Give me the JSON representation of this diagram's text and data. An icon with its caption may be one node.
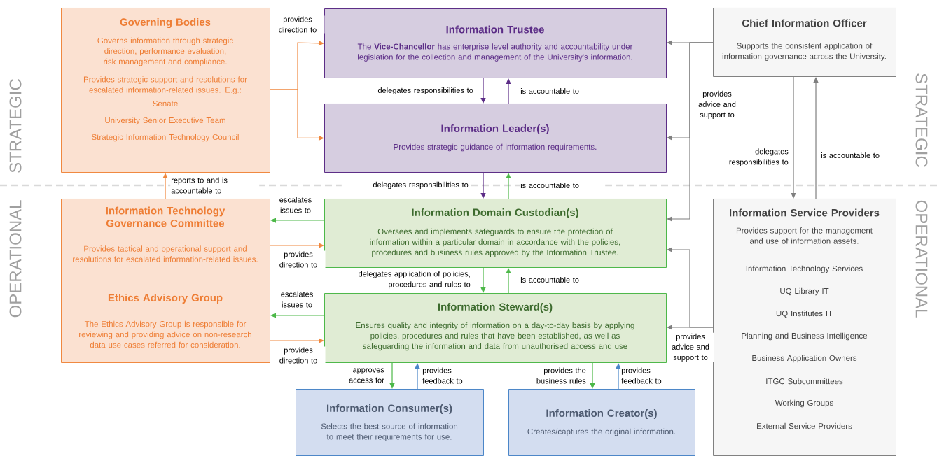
{
  "diagram": {
    "nodes": [
      {
        "text": [
          "Governing Bodies",
          "Governs information through strategic direction, performance evaluation, risk management and compliance.",
          "Provides strategic support and resolutions for escalated information-related issues. E.g.:",
          "Senate",
          "University Senior Executive Team",
          "Strategic Information Technology Council"
        ]
      },
      {
        "text": [
          "Information Trustee",
          "The **Vice-Chancellor** has enterprise level authority and accountability under legislation for the collection and management of the University's information."
        ]
      },
      {
        "text": [
          "Chief Information Officer",
          "Supports the consistent application of information governance across the University."
        ]
      },
      {
        "text": [
          "Information Leader(s)",
          "Provides strategic guidance of information requirements."
        ]
      },
      {
        "text": [
          "Information Technology Governance Committee",
          "Provides tactical and operational support and resolutions for escalated information-related issues.",
          "Ethics Advisory Group",
          "The Ethics Advisory Group is responsible for reviewing and providing advice on non-research data use cases referred for consideration."
        ]
      },
      {
        "text": [
          "Information Domain Custodian(s)",
          "Oversees and implements safeguards to ensure the protection of information within a particular domain in accordance with the policies, procedures and business rules approved by the Information Trustee."
        ]
      },
      {
        "text": [
          "Information Service Providers",
          "Provides support for the management and use of information assets.",
          "Information Technology Services",
          "UQ Library IT",
          "UQ Institutes IT",
          "Planning and Business Intelligence",
          "Business Application Owners",
          "ITGC Subcommittees",
          "Working Groups",
          "External Service Providers"
        ]
      },
      {
        "text": [
          "Information Steward(s)",
          "Ensures quality and integrity of information on a day-to-day basis by applying policies, procedures and rules that have been established, as well as safeguarding the information and data from unauthorised access and use"
        ]
      },
      {
        "text": [
          "Information Consumer(s)",
          "Selects the best source of information to meet their requirements for use."
        ]
      },
      {
        "text": [
          "Information Creator(s)",
          "Creates/captures the original information."
        ]
      }
    ],
    "edges": [
      {
        "from": 0,
        "to": 1,
        "arrow": "to",
        "label": "provides direction to",
        "color": "#f0883e"
      },
      {
        "from": 0,
        "to": 3,
        "arrow": "to",
        "color": "#f0883e"
      },
      {
        "from": 1,
        "to": 3,
        "arrow": "to",
        "label": "delegates responsibilities to",
        "color": "#5b2c86"
      },
      {
        "from": 3,
        "to": 1,
        "arrow": "to",
        "label": "is accountable to",
        "color": "#5b2c86"
      },
      {
        "from": 2,
        "to": 1,
        "arrow": "to",
        "color": "#7f7f7f"
      },
      {
        "from": 2,
        "to": 3,
        "arrow": "to",
        "label": "provides advice and support to",
        "color": "#7f7f7f"
      },
      {
        "from": 2,
        "to": 5,
        "arrow": "to",
        "color": "#7f7f7f"
      },
      {
        "from": 3,
        "to": 5,
        "arrow": "to",
        "label": "delegates responsibilities to",
        "color": "#5b2c86"
      },
      {
        "from": 5,
        "to": 3,
        "arrow": "to",
        "label": "is accountable to",
        "color": "#4cb848"
      },
      {
        "from": 4,
        "to": 0,
        "arrow": "to",
        "label": "reports to and is accountable to",
        "color": "#f0883e"
      },
      {
        "from": 2,
        "to": 6,
        "arrow": "to",
        "label": "delegates responsibilities to",
        "color": "#7f7f7f"
      },
      {
        "from": 6,
        "to": 2,
        "arrow": "to",
        "label": "is accountable to",
        "color": "#7f7f7f"
      },
      {
        "from": 5,
        "to": 4,
        "arrow": "to",
        "label": "escalates issues to",
        "color": "#4cb848"
      },
      {
        "from": 4,
        "to": 5,
        "arrow": "to",
        "label": "provides direction to",
        "color": "#f0883e"
      },
      {
        "from": 5,
        "to": 7,
        "arrow": "to",
        "label": "delegates application of policies, procedures and rules to",
        "color": "#4cb848"
      },
      {
        "from": 7,
        "to": 5,
        "arrow": "to",
        "label": "is accountable to",
        "color": "#4cb848"
      },
      {
        "from": 7,
        "to": 4,
        "arrow": "to",
        "label": "escalates issues to",
        "color": "#4cb848"
      },
      {
        "from": 4,
        "to": 7,
        "arrow": "to",
        "label": "provides direction to",
        "color": "#f0883e"
      },
      {
        "from": 6,
        "to": 5,
        "arrow": "to",
        "color": "#7f7f7f"
      },
      {
        "from": 6,
        "to": 7,
        "arrow": "to",
        "label": "provides advice and support to",
        "color": "#7f7f7f"
      },
      {
        "from": 7,
        "to": 8,
        "arrow": "to",
        "label": "approves access for",
        "color": "#4cb848"
      },
      {
        "from": 8,
        "to": 7,
        "arrow": "to",
        "label": "provides feedback to",
        "color": "#4a86c8"
      },
      {
        "from": 7,
        "to": 9,
        "arrow": "to",
        "label": "provides the business rules",
        "color": "#4cb848"
      },
      {
        "from": 9,
        "to": 7,
        "arrow": "to",
        "label": "provides feedback to",
        "color": "#4a86c8"
      }
    ],
    "labels": [
      "STRATEGIC",
      "OPERATIONAL",
      "STRATEGIC",
      "OPERATIONAL"
    ]
  }
}
